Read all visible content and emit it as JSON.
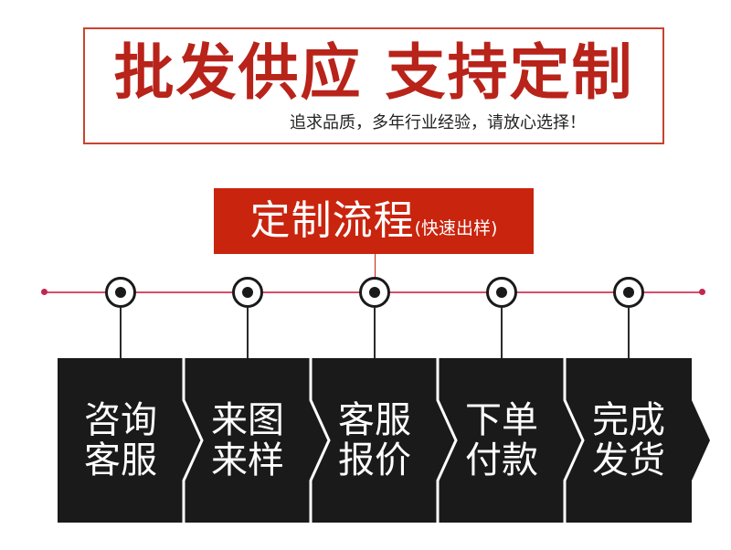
{
  "banner": {
    "title": "批发供应 支持定制",
    "subtitle": "追求品质，多年行业经验，请放心选择！"
  },
  "process": {
    "label": "定制流程",
    "label_note": "(快速出样)"
  },
  "steps": [
    {
      "line1": "咨询",
      "line2": "客服"
    },
    {
      "line1": "来图",
      "line2": "来样"
    },
    {
      "line1": "客服",
      "line2": "报价"
    },
    {
      "line1": "下单",
      "line2": "付款"
    },
    {
      "line1": "完成",
      "line2": "发货"
    }
  ],
  "colors": {
    "accent_red": "#c9240e",
    "title_red": "#b8231a",
    "timeline_pink": "#d94c6a",
    "step_fill": "#1a1a1a",
    "step_edge": "#ffffff"
  }
}
